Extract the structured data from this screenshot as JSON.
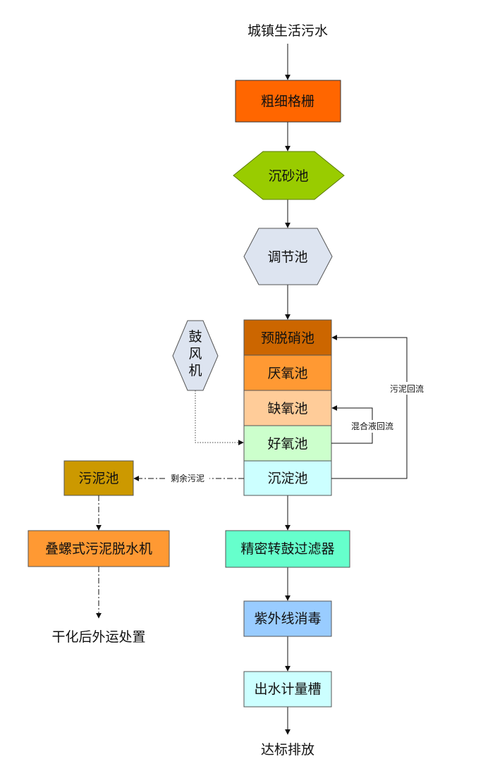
{
  "nodes": {
    "source": {
      "text": "城镇生活污水"
    },
    "screen": {
      "text": "粗细格栅",
      "color": "#ff6600"
    },
    "grit": {
      "text": "沉砂池",
      "color": "#99cc00"
    },
    "equal": {
      "text": "调节池",
      "color": "#dde4f0"
    },
    "predenit": {
      "text": "预脱硝池",
      "color": "#cc6600"
    },
    "anaerobic": {
      "text": "厌氧池",
      "color": "#ff9933"
    },
    "anoxic": {
      "text": "缺氧池",
      "color": "#ffcc99"
    },
    "aerobic": {
      "text": "好氧池",
      "color": "#ccffcc"
    },
    "settling": {
      "text": "沉淀池",
      "color": "#ccffff"
    },
    "blower": {
      "text_lines": [
        "鼓",
        "风",
        "机"
      ],
      "color": "#dde4f0"
    },
    "filter": {
      "text": "精密转鼓过滤器",
      "color": "#66ffcc"
    },
    "uv": {
      "text": "紫外线消毒",
      "color": "#99ccff"
    },
    "meter": {
      "text": "出水计量槽",
      "color": "#ccffff"
    },
    "discharge": {
      "text": "达标排放"
    },
    "sludge_tank": {
      "text": "污泥池",
      "color": "#cc9900"
    },
    "dewater": {
      "text": "叠螺式污泥脱水机",
      "color": "#ff9933"
    },
    "disposal": {
      "text": "干化后外运处置"
    }
  },
  "edges": {
    "sludge_return": {
      "text": "污泥回流"
    },
    "mixed_return": {
      "text": "混合液回流"
    },
    "excess_sludge": {
      "text": "剩余污泥"
    }
  }
}
